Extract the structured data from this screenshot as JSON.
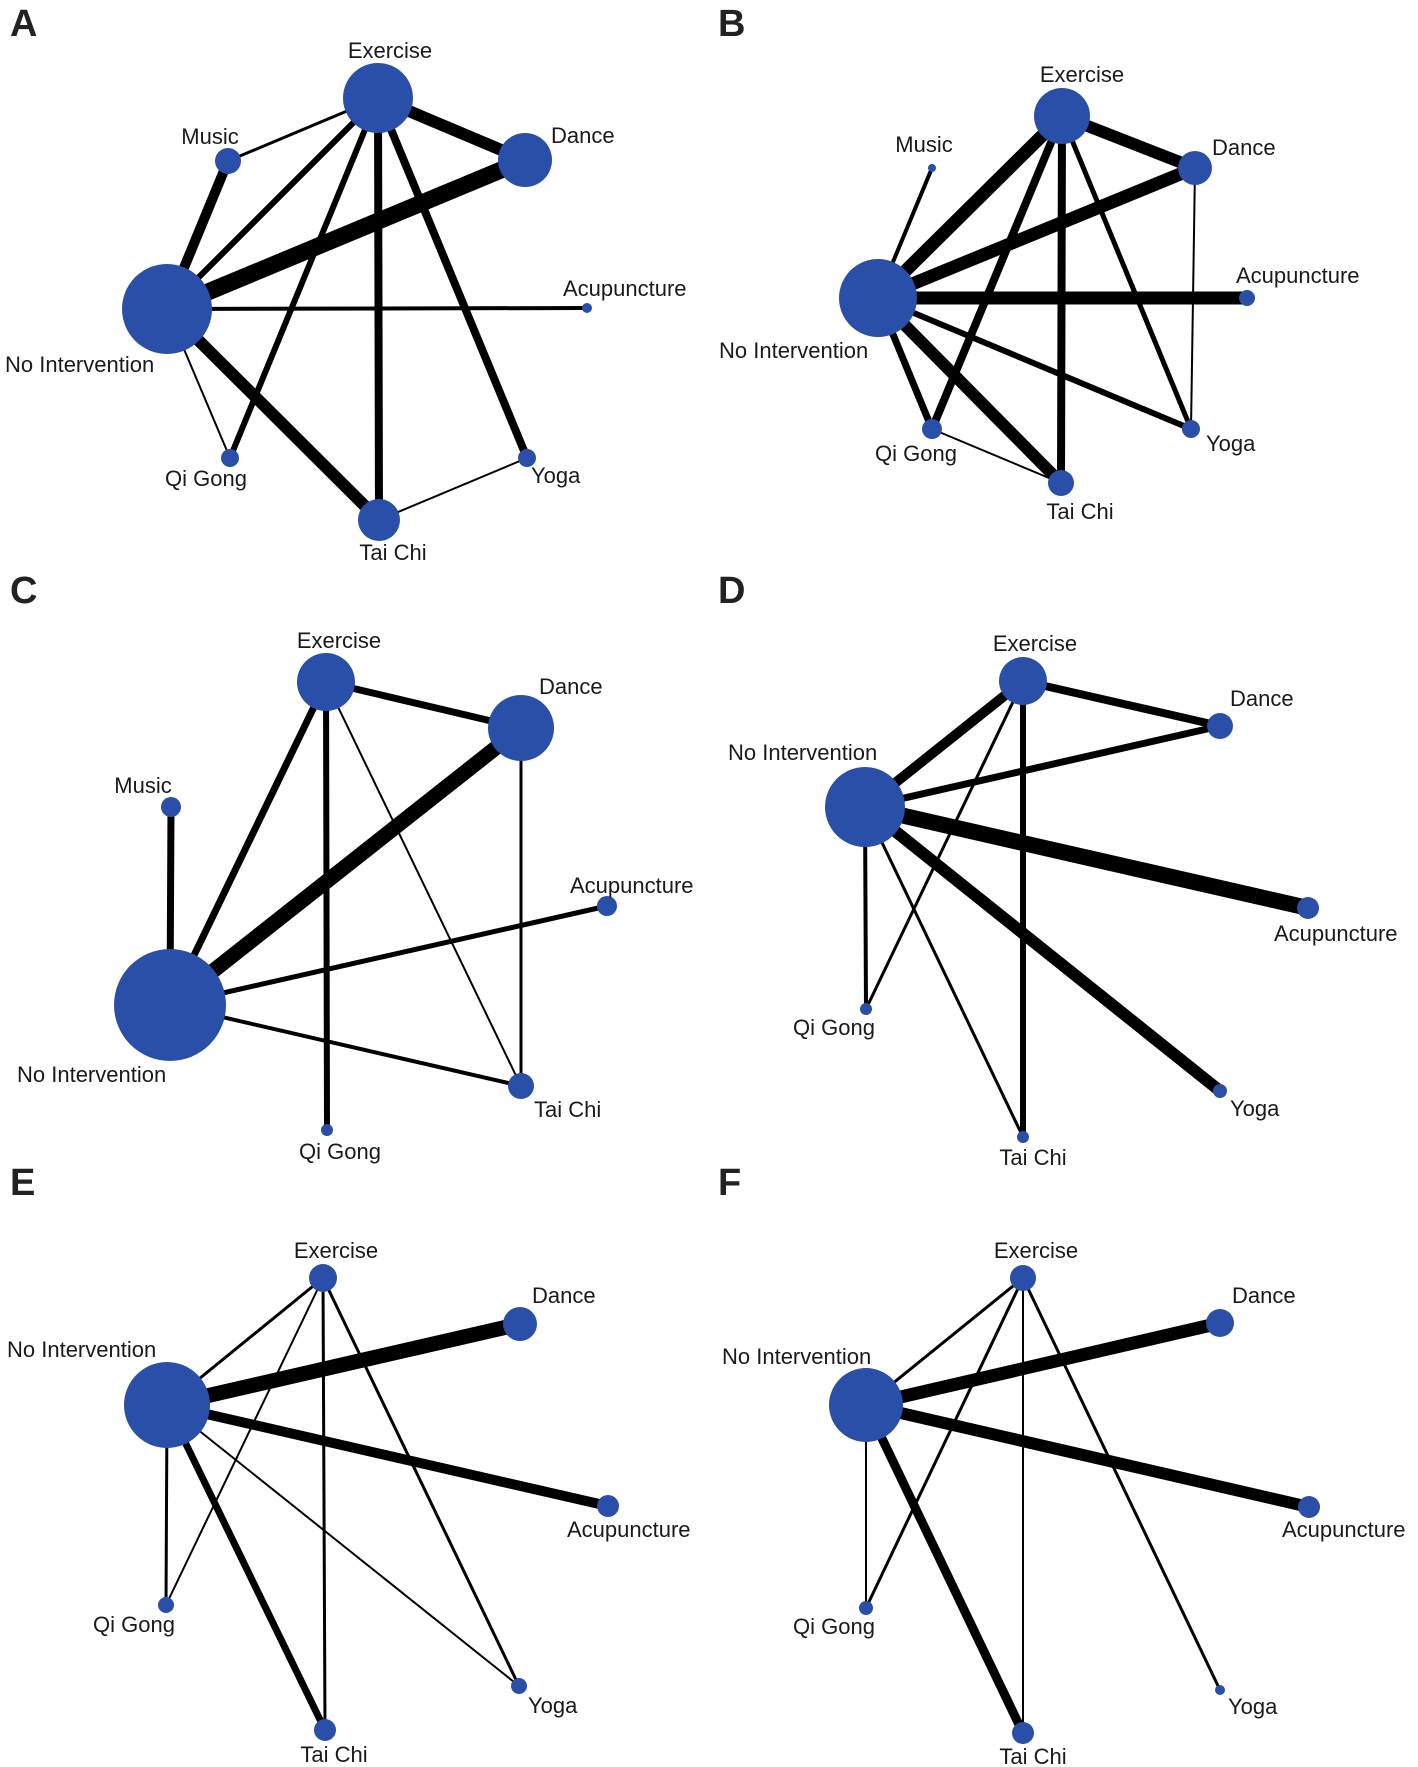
{
  "colors": {
    "node": "#2a4fa8",
    "edge": "#000000",
    "background": "#ffffff",
    "text": "#1a1a1a"
  },
  "panels": [
    {
      "letter": "A",
      "nodes": [
        {
          "id": "exercise",
          "label": "Exercise"
        },
        {
          "id": "music",
          "label": "Music"
        },
        {
          "id": "dance",
          "label": "Dance"
        },
        {
          "id": "acupuncture",
          "label": "Acupuncture"
        },
        {
          "id": "nointervention",
          "label": "No Intervention"
        },
        {
          "id": "qigong",
          "label": "Qi Gong"
        },
        {
          "id": "yoga",
          "label": "Yoga"
        },
        {
          "id": "taichi",
          "label": "Tai Chi"
        }
      ],
      "edges": [
        {
          "from": "music",
          "to": "exercise"
        },
        {
          "from": "exercise",
          "to": "dance"
        },
        {
          "from": "exercise",
          "to": "nointervention"
        },
        {
          "from": "exercise",
          "to": "qigong"
        },
        {
          "from": "exercise",
          "to": "taichi"
        },
        {
          "from": "exercise",
          "to": "yoga"
        },
        {
          "from": "music",
          "to": "nointervention"
        },
        {
          "from": "nointervention",
          "to": "dance"
        },
        {
          "from": "nointervention",
          "to": "acupuncture"
        },
        {
          "from": "nointervention",
          "to": "qigong"
        },
        {
          "from": "nointervention",
          "to": "taichi"
        },
        {
          "from": "taichi",
          "to": "yoga"
        }
      ]
    },
    {
      "letter": "B",
      "nodes": [
        {
          "id": "exercise",
          "label": "Exercise"
        },
        {
          "id": "music",
          "label": "Music"
        },
        {
          "id": "dance",
          "label": "Dance"
        },
        {
          "id": "acupuncture",
          "label": "Acupuncture"
        },
        {
          "id": "nointervention",
          "label": "No Intervention"
        },
        {
          "id": "yoga",
          "label": "Yoga"
        },
        {
          "id": "qigong",
          "label": "Qi Gong"
        },
        {
          "id": "taichi",
          "label": "Tai Chi"
        }
      ],
      "edges": [
        {
          "from": "music",
          "to": "nointervention"
        },
        {
          "from": "exercise",
          "to": "nointervention"
        },
        {
          "from": "exercise",
          "to": "dance"
        },
        {
          "from": "exercise",
          "to": "qigong"
        },
        {
          "from": "exercise",
          "to": "taichi"
        },
        {
          "from": "exercise",
          "to": "yoga"
        },
        {
          "from": "nointervention",
          "to": "dance"
        },
        {
          "from": "dance",
          "to": "yoga"
        },
        {
          "from": "nointervention",
          "to": "acupuncture"
        },
        {
          "from": "nointervention",
          "to": "yoga"
        },
        {
          "from": "nointervention",
          "to": "qigong"
        },
        {
          "from": "nointervention",
          "to": "taichi"
        },
        {
          "from": "qigong",
          "to": "taichi"
        }
      ]
    },
    {
      "letter": "C",
      "nodes": [
        {
          "id": "exercise",
          "label": "Exercise"
        },
        {
          "id": "dance",
          "label": "Dance"
        },
        {
          "id": "music",
          "label": "Music"
        },
        {
          "id": "acupuncture",
          "label": "Acupuncture"
        },
        {
          "id": "nointervention",
          "label": "No Intervention"
        },
        {
          "id": "taichi",
          "label": "Tai Chi"
        },
        {
          "id": "qigong",
          "label": "Qi Gong"
        }
      ],
      "edges": [
        {
          "from": "exercise",
          "to": "dance"
        },
        {
          "from": "exercise",
          "to": "nointervention"
        },
        {
          "from": "exercise",
          "to": "qigong"
        },
        {
          "from": "exercise",
          "to": "taichi"
        },
        {
          "from": "dance",
          "to": "nointervention"
        },
        {
          "from": "dance",
          "to": "taichi"
        },
        {
          "from": "music",
          "to": "nointervention"
        },
        {
          "from": "nointervention",
          "to": "acupuncture"
        },
        {
          "from": "nointervention",
          "to": "taichi"
        }
      ]
    },
    {
      "letter": "D",
      "nodes": [
        {
          "id": "exercise",
          "label": "Exercise"
        },
        {
          "id": "dance",
          "label": "Dance"
        },
        {
          "id": "nointervention",
          "label": "No Intervention"
        },
        {
          "id": "acupuncture",
          "label": "Acupuncture"
        },
        {
          "id": "qigong",
          "label": "Qi Gong"
        },
        {
          "id": "yoga",
          "label": "Yoga"
        },
        {
          "id": "taichi",
          "label": "Tai Chi"
        }
      ],
      "edges": [
        {
          "from": "exercise",
          "to": "nointervention"
        },
        {
          "from": "exercise",
          "to": "dance"
        },
        {
          "from": "exercise",
          "to": "qigong"
        },
        {
          "from": "exercise",
          "to": "taichi"
        },
        {
          "from": "nointervention",
          "to": "dance"
        },
        {
          "from": "nointervention",
          "to": "acupuncture"
        },
        {
          "from": "nointervention",
          "to": "yoga"
        },
        {
          "from": "nointervention",
          "to": "qigong"
        },
        {
          "from": "nointervention",
          "to": "taichi"
        }
      ]
    },
    {
      "letter": "E",
      "nodes": [
        {
          "id": "exercise",
          "label": "Exercise"
        },
        {
          "id": "dance",
          "label": "Dance"
        },
        {
          "id": "nointervention",
          "label": "No Intervention"
        },
        {
          "id": "acupuncture",
          "label": "Acupuncture"
        },
        {
          "id": "qigong",
          "label": "Qi Gong"
        },
        {
          "id": "yoga",
          "label": "Yoga"
        },
        {
          "id": "taichi",
          "label": "Tai Chi"
        }
      ],
      "edges": [
        {
          "from": "exercise",
          "to": "nointervention"
        },
        {
          "from": "exercise",
          "to": "qigong"
        },
        {
          "from": "exercise",
          "to": "taichi"
        },
        {
          "from": "exercise",
          "to": "yoga"
        },
        {
          "from": "nointervention",
          "to": "dance"
        },
        {
          "from": "nointervention",
          "to": "acupuncture"
        },
        {
          "from": "nointervention",
          "to": "yoga"
        },
        {
          "from": "nointervention",
          "to": "qigong"
        },
        {
          "from": "nointervention",
          "to": "taichi"
        }
      ]
    },
    {
      "letter": "F",
      "nodes": [
        {
          "id": "exercise",
          "label": "Exercise"
        },
        {
          "id": "dance",
          "label": "Dance"
        },
        {
          "id": "nointervention",
          "label": "No Intervention"
        },
        {
          "id": "acupuncture",
          "label": "Acupuncture"
        },
        {
          "id": "qigong",
          "label": "Qi Gong"
        },
        {
          "id": "yoga",
          "label": "Yoga"
        },
        {
          "id": "taichi",
          "label": "Tai Chi"
        }
      ],
      "edges": [
        {
          "from": "exercise",
          "to": "nointervention"
        },
        {
          "from": "exercise",
          "to": "qigong"
        },
        {
          "from": "exercise",
          "to": "taichi"
        },
        {
          "from": "exercise",
          "to": "yoga"
        },
        {
          "from": "nointervention",
          "to": "dance"
        },
        {
          "from": "nointervention",
          "to": "acupuncture"
        },
        {
          "from": "nointervention",
          "to": "qigong"
        },
        {
          "from": "nointervention",
          "to": "taichi"
        }
      ]
    }
  ]
}
